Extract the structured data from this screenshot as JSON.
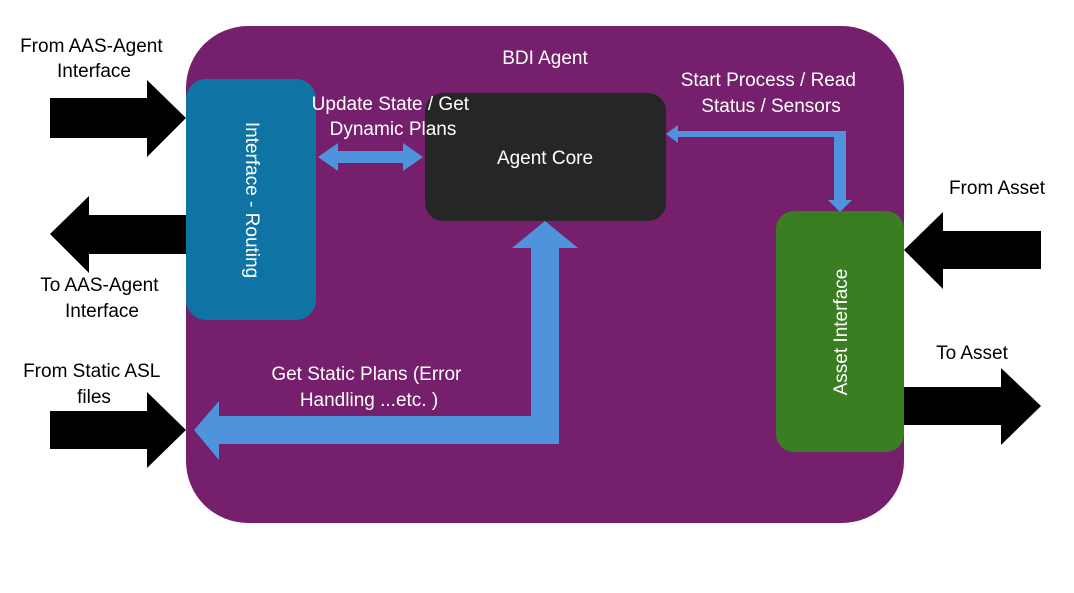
{
  "agent": {
    "title": "BDI Agent",
    "color": "#761f6c"
  },
  "interface_routing": {
    "label": "Interface - Routing",
    "color": "#0f74a3"
  },
  "agent_core": {
    "label": "Agent Core",
    "color": "#262626"
  },
  "asset_interface": {
    "label": "Asset Interface",
    "color": "#3a7d22"
  },
  "labels": {
    "update_state": [
      "Update State / Get",
      "Dynamic Plans"
    ],
    "start_process": [
      "Start Process / Read",
      "Status / Sensors"
    ],
    "static_plans": [
      "Get Static Plans (Error",
      "Handling ...etc. )"
    ],
    "from_aas": [
      "From AAS-Agent",
      "Interface"
    ],
    "to_aas": [
      "To AAS-Agent",
      "Interface"
    ],
    "from_static": [
      "From Static ASL",
      "files"
    ],
    "from_asset": "From Asset",
    "to_asset": "To Asset"
  },
  "colors": {
    "internal_arrow": "#4e93db",
    "external_arrow": "#000000"
  }
}
